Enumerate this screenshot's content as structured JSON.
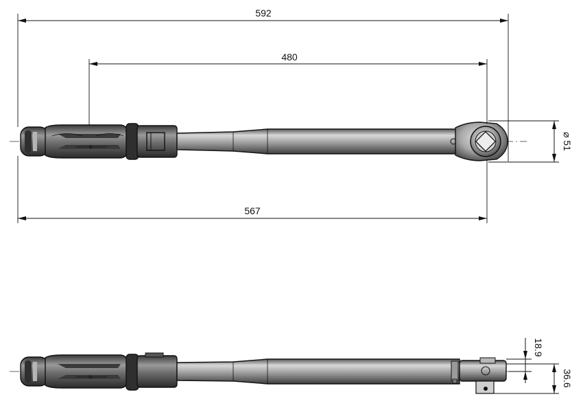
{
  "drawing": {
    "dimensions": {
      "overall_length": "592",
      "effective_length": "480",
      "handle_to_head_length": "567",
      "head_diameter": "⌀ 51",
      "head_offset": "18.9",
      "head_height": "36.6"
    },
    "colors": {
      "steel_light": "#c9c9c9",
      "steel_mid": "#8d8d8d",
      "steel_dark": "#4a4a4a",
      "grip_dark": "#2f2f2f",
      "line": "#111111"
    }
  }
}
